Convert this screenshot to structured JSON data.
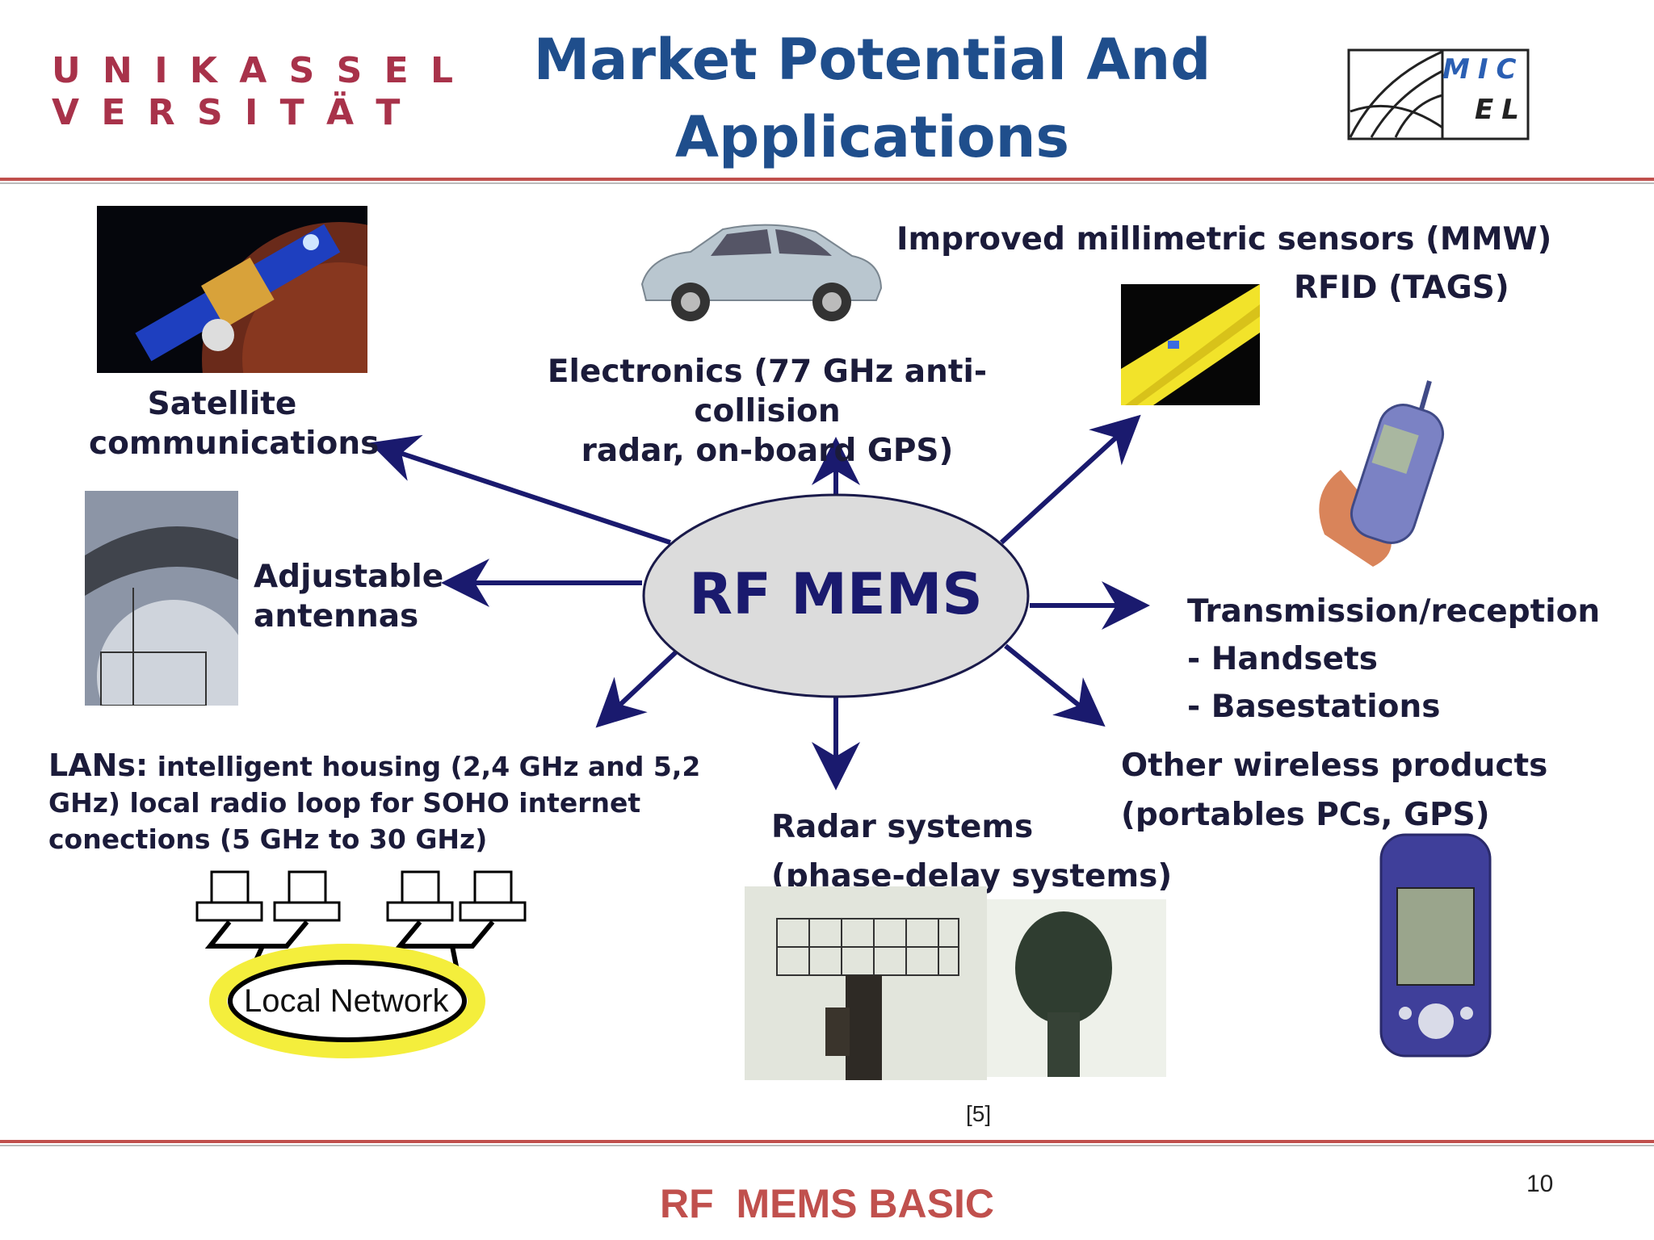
{
  "header": {
    "logo_left": {
      "line1": "U N I K A S S E L",
      "line2": "V E R S I T Ä T"
    },
    "title_line1": "Market Potential And",
    "title_line2": "Applications",
    "logo_right": {
      "line1": "MIC",
      "line2": "EL"
    }
  },
  "diagram": {
    "center": "RF MEMS",
    "satellite": {
      "line1": "Satellite",
      "line2": "communications"
    },
    "electronics": {
      "line1": "Electronics (77 GHz anti-collision",
      "line2": "radar, on-board GPS)"
    },
    "mmw": "Improved millimetric sensors (MMW)",
    "rfid": "RFID (TAGS)",
    "antennas": {
      "line1": "Adjustable",
      "line2": "antennas"
    },
    "transmission": {
      "line1": "Transmission/reception",
      "line2": "- Handsets",
      "line3": "- Basestations"
    },
    "lans": {
      "bold": "LANs:",
      "line1": " intelligent housing (2,4 GHz and 5,2",
      "line2": "GHz) local radio loop for SOHO internet",
      "line3": "conections (5 GHz to 30 GHz)"
    },
    "network_label": "Local Network",
    "radar": {
      "line1": "Radar systems",
      "line2": "(phase-delay systems)"
    },
    "other_wireless": {
      "line1": "Other wireless products",
      "line2": "(portables PCs, GPS)"
    },
    "citation": "[5]"
  },
  "footer": {
    "text": "RF  MEMS BASIC",
    "page_number": "10"
  },
  "colors": {
    "title": "#1f4e8c",
    "accent": "#c0504d",
    "arrow": "#1a1a6e"
  }
}
